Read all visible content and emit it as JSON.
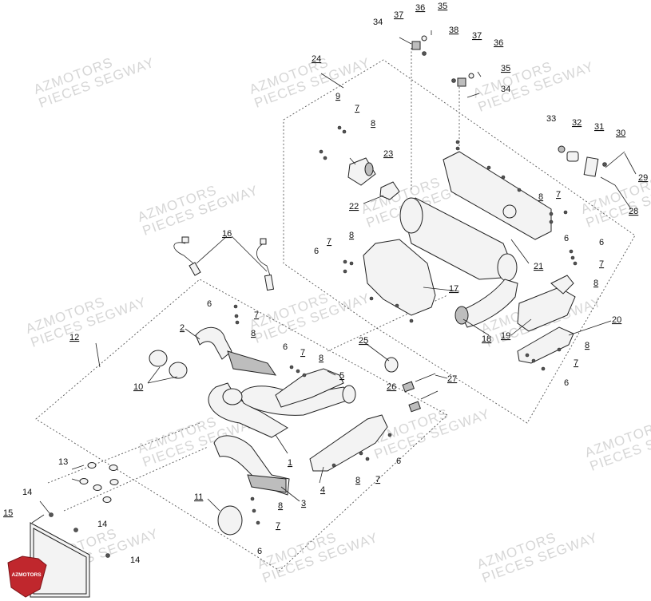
{
  "watermark": {
    "line1": "AZMOTORS",
    "line2": "PIECES SEGWAY"
  },
  "logo_text": "AZMOTORS",
  "callouts": [
    "1",
    "2",
    "3",
    "4",
    "5",
    "6",
    "7",
    "8",
    "9",
    "10",
    "11",
    "12",
    "13",
    "14",
    "15",
    "16",
    "17",
    "18",
    "19",
    "20",
    "21",
    "22",
    "23",
    "24",
    "25",
    "26",
    "27",
    "28",
    "29",
    "30",
    "31",
    "32",
    "33",
    "34",
    "35",
    "36",
    "37",
    "38"
  ],
  "colors": {
    "line": "#222222",
    "watermark": "#d6d6d6",
    "logo_red": "#c0272d"
  }
}
